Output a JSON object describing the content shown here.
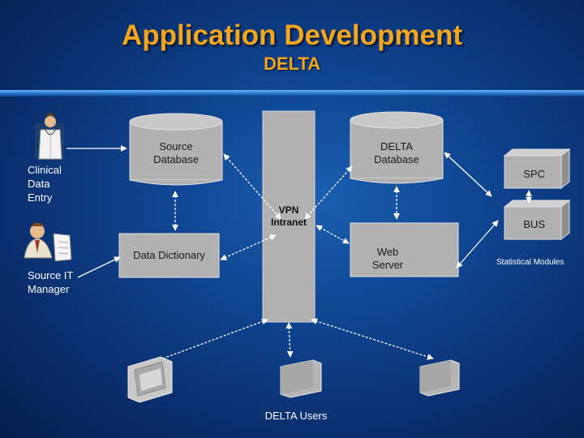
{
  "slide": {
    "title": "Application Development",
    "subtitle": "DELTA"
  },
  "nodes": {
    "clinical_data_entry": "Clinical\nData\nEntry",
    "source_it_manager": "Source IT\nManager",
    "source_database": "Source\nDatabase",
    "delta_database": "DELTA\nDatabase",
    "vpn": "VPN",
    "intranet": "Intranet",
    "data_dictionary": "Data Dictionary",
    "web_server": "Web\nServer",
    "spc": "SPC",
    "bus": "BUS",
    "statistical_modules": "Statistical Modules",
    "delta_users": "DELTA Users"
  },
  "colors": {
    "title": "#f2a51e",
    "box_fill": "#b4b4b4",
    "connector": "#ffffff"
  },
  "icons": [
    "doctor-icon",
    "it-manager-icon",
    "computer-monitor-icon",
    "computer-screen-icon"
  ]
}
